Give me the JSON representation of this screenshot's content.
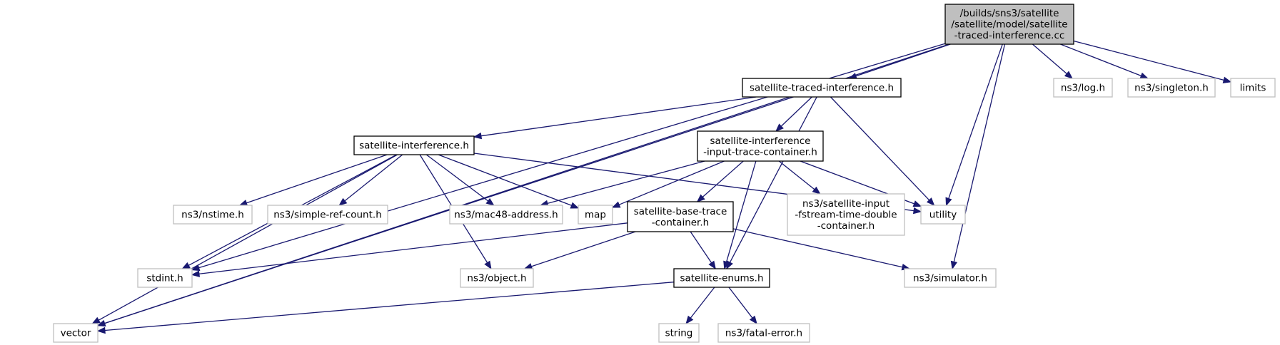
{
  "colors": {
    "edge": "#191970",
    "root_fill": "#bfbfbf",
    "local_border": "#000000",
    "external_border": "#bfbfbf"
  },
  "nodes": [
    {
      "id": "root",
      "lines": [
        "/builds/sns3/satellite",
        "/satellite/model/satellite",
        "-traced-interference.cc"
      ],
      "kind": "root"
    },
    {
      "id": "traced",
      "lines": [
        "satellite-traced-interference.h"
      ],
      "kind": "local"
    },
    {
      "id": "interf",
      "lines": [
        "satellite-interference.h"
      ],
      "kind": "local"
    },
    {
      "id": "itc",
      "lines": [
        "satellite-interference",
        "-input-trace-container.h"
      ],
      "kind": "local"
    },
    {
      "id": "btc",
      "lines": [
        "satellite-base-trace",
        "-container.h"
      ],
      "kind": "local"
    },
    {
      "id": "enums",
      "lines": [
        "satellite-enums.h"
      ],
      "kind": "local"
    },
    {
      "id": "log",
      "lines": [
        "ns3/log.h"
      ],
      "kind": "external"
    },
    {
      "id": "singleton",
      "lines": [
        "ns3/singleton.h"
      ],
      "kind": "external"
    },
    {
      "id": "limits",
      "lines": [
        "limits"
      ],
      "kind": "external"
    },
    {
      "id": "utility",
      "lines": [
        "utility"
      ],
      "kind": "external"
    },
    {
      "id": "simulator",
      "lines": [
        "ns3/simulator.h"
      ],
      "kind": "external"
    },
    {
      "id": "vector",
      "lines": [
        "vector"
      ],
      "kind": "external"
    },
    {
      "id": "stdint",
      "lines": [
        "stdint.h"
      ],
      "kind": "external"
    },
    {
      "id": "nstime",
      "lines": [
        "ns3/nstime.h"
      ],
      "kind": "external"
    },
    {
      "id": "srefc",
      "lines": [
        "ns3/simple-ref-count.h"
      ],
      "kind": "external"
    },
    {
      "id": "mac48",
      "lines": [
        "ns3/mac48-address.h"
      ],
      "kind": "external"
    },
    {
      "id": "map",
      "lines": [
        "map"
      ],
      "kind": "external"
    },
    {
      "id": "fstream",
      "lines": [
        "ns3/satellite-input",
        "-fstream-time-double",
        "-container.h"
      ],
      "kind": "external"
    },
    {
      "id": "object",
      "lines": [
        "ns3/object.h"
      ],
      "kind": "external"
    },
    {
      "id": "string",
      "lines": [
        "string"
      ],
      "kind": "external"
    },
    {
      "id": "fatal",
      "lines": [
        "ns3/fatal-error.h"
      ],
      "kind": "external"
    }
  ],
  "edges": [
    [
      "root",
      "traced"
    ],
    [
      "root",
      "log"
    ],
    [
      "root",
      "singleton"
    ],
    [
      "root",
      "limits"
    ],
    [
      "root",
      "utility"
    ],
    [
      "root",
      "simulator"
    ],
    [
      "root",
      "vector"
    ],
    [
      "root",
      "stdint"
    ],
    [
      "traced",
      "interf"
    ],
    [
      "traced",
      "itc"
    ],
    [
      "traced",
      "utility"
    ],
    [
      "traced",
      "enums"
    ],
    [
      "traced",
      "vector"
    ],
    [
      "interf",
      "stdint"
    ],
    [
      "interf",
      "vector"
    ],
    [
      "interf",
      "nstime"
    ],
    [
      "interf",
      "srefc"
    ],
    [
      "interf",
      "mac48"
    ],
    [
      "interf",
      "map"
    ],
    [
      "interf",
      "object"
    ],
    [
      "interf",
      "utility"
    ],
    [
      "itc",
      "mac48"
    ],
    [
      "itc",
      "map"
    ],
    [
      "itc",
      "btc"
    ],
    [
      "itc",
      "enums"
    ],
    [
      "itc",
      "fstream"
    ],
    [
      "itc",
      "utility"
    ],
    [
      "btc",
      "stdint"
    ],
    [
      "btc",
      "object"
    ],
    [
      "btc",
      "enums"
    ],
    [
      "btc",
      "simulator"
    ],
    [
      "enums",
      "vector"
    ],
    [
      "enums",
      "string"
    ],
    [
      "enums",
      "fatal"
    ]
  ]
}
